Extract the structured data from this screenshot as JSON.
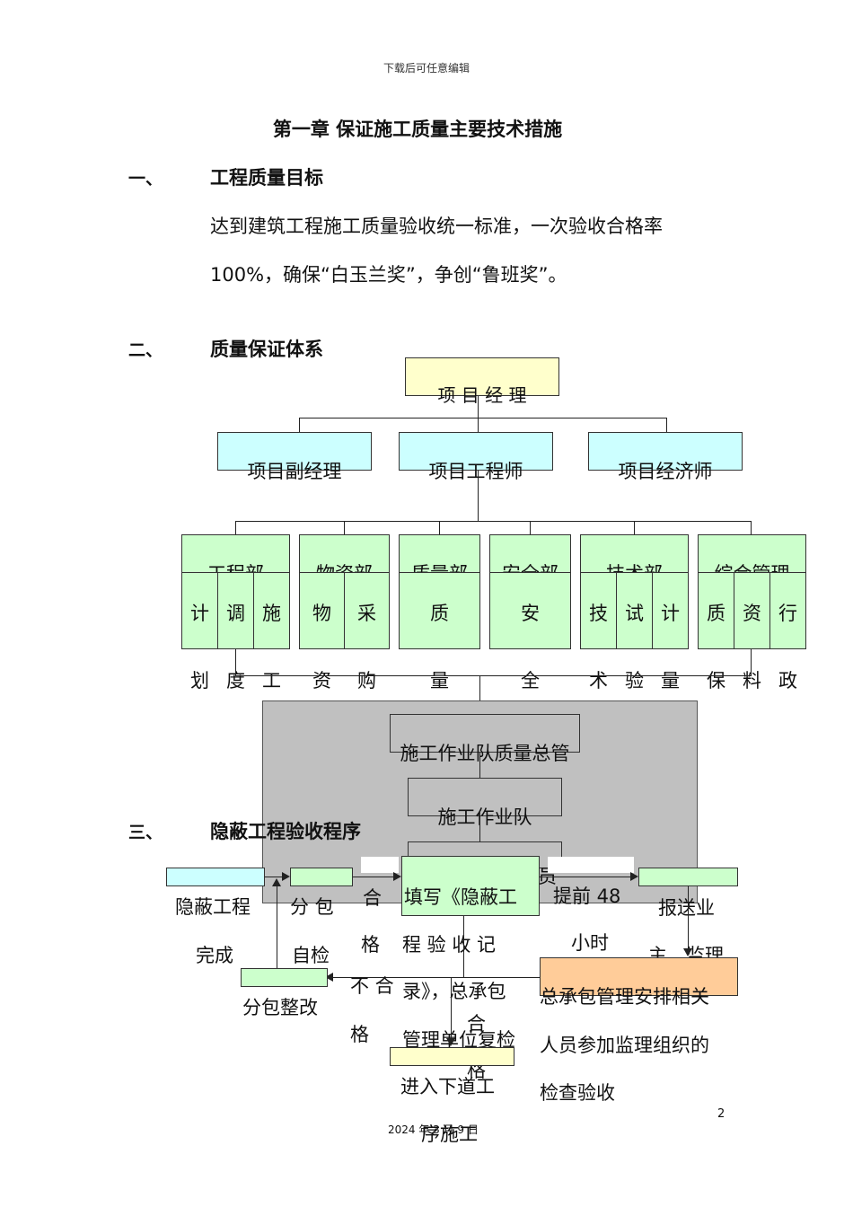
{
  "header": "下载后可任意编辑",
  "title": "第一章  保证施工质量主要技术措施",
  "section1": {
    "num": "一、",
    "title": "工程质量目标",
    "para1": "达到建筑工程施工质量验收统一标准，一次验收合格率",
    "para2": "100%，确保“白玉兰奖”，争创“鲁班奖”。"
  },
  "section2": {
    "num": "二、",
    "title": "质量保证体系",
    "org": {
      "top": "项 目 经 理",
      "level2": [
        "项目副经理",
        "项目工程师",
        "项目经济师"
      ],
      "depts": [
        "工程部",
        "物资部",
        "质量部",
        "安全部",
        "技术部",
        "综合管理"
      ],
      "subs_top": [
        "计",
        "调",
        "施",
        "物",
        "采",
        "质",
        "安",
        "技",
        "试",
        "计",
        "质",
        "资",
        "行"
      ],
      "subs_bottom": [
        "划",
        "度",
        "工",
        "资",
        "购",
        "量",
        "全",
        "术",
        "验",
        "量",
        "保",
        "料",
        "政"
      ],
      "qa_manager": "施工作业队质量总管",
      "team": "施工作业队",
      "partial": "员"
    }
  },
  "section3": {
    "num": "三、",
    "title": "隐蔽工程验收程序",
    "flow": {
      "hidden_1": "隐蔽工程",
      "hidden_2": "完成",
      "sub_check_1": "分  包",
      "sub_check_2": "自检",
      "qualified_1": "合",
      "qualified_2": "格",
      "fill_1": "填写《隐蔽工",
      "fill_2": "程  验  收  记",
      "fill_3": "录》，总承包",
      "fill_4": "管理单位复检",
      "advance_1": "提前 48",
      "advance_2": "小时",
      "report_1": "报送业",
      "report_2": "主、监理",
      "notqual_1": "不  合",
      "notqual_2": "格",
      "rework": "分包整改",
      "qual2_1": "合",
      "qual2_2": "格",
      "gc_1": "总承包管理安排相关",
      "gc_2": "人员参加监理组织的",
      "gc_3": "检查验收",
      "next_1": "进入下道工",
      "next_2": "序施工"
    }
  },
  "footer": {
    "date": "2024 年 3 月 9 日",
    "page": "2"
  }
}
